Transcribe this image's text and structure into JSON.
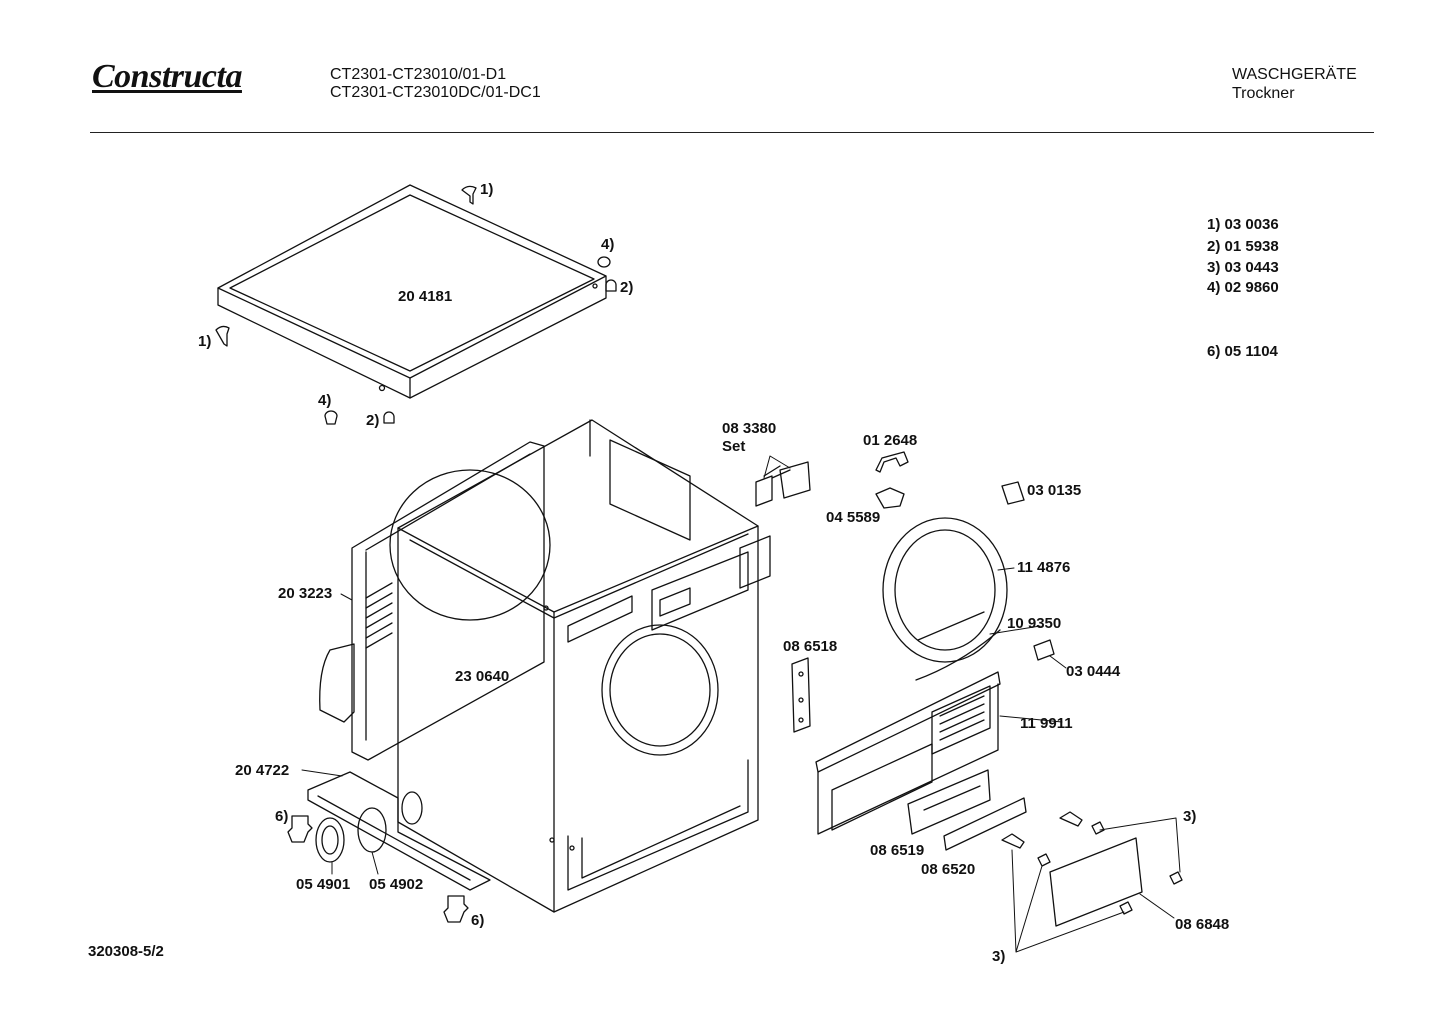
{
  "header": {
    "brand": "Constructa",
    "model_line_1": "CT2301-CT23010/01-D1",
    "model_line_2": "CT2301-CT23010DC/01-DC1",
    "category": "WASCHGERÄTE",
    "subcategory": "Trockner"
  },
  "legend": [
    "1) 03 0036",
    "2) 01 5938",
    "3) 03 0443",
    "4) 02 9860",
    "6) 05 1104"
  ],
  "parts": {
    "p204181": "20 4181",
    "p203223": "20 3223",
    "p230640": "23 0640",
    "p204722": "20 4722",
    "p054901": "05 4901",
    "p054902": "05 4902",
    "p083380": "08 3380",
    "p083380_set": "Set",
    "p012648": "01 2648",
    "p045589": "04 5589",
    "p030135": "03 0135",
    "p114876": "11 4876",
    "p109350": "10 9350",
    "p030444": "03 0444",
    "p086518": "08 6518",
    "p119911": "11 9911",
    "p086519": "08 6519",
    "p086520": "08 6520",
    "p086848": "08 6848"
  },
  "refs": {
    "r1": "1)",
    "r2": "2)",
    "r3": "3)",
    "r4": "4)",
    "r6": "6)"
  },
  "footer": {
    "doc_number": "320308-5/2"
  }
}
